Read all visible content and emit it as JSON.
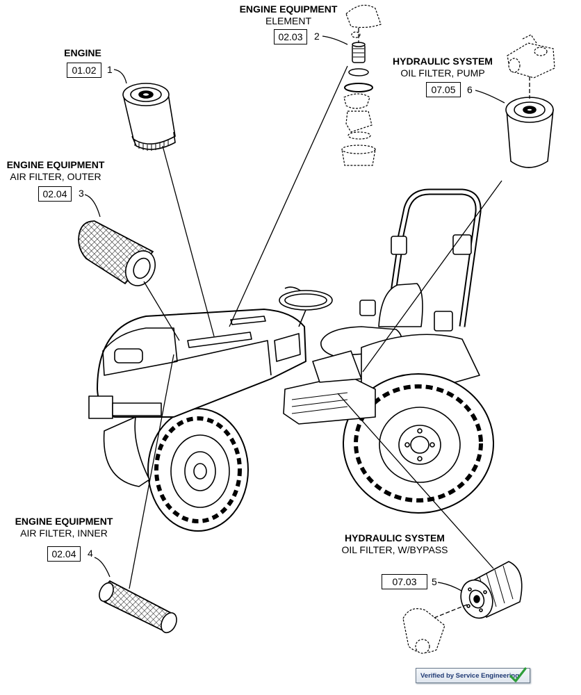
{
  "callouts": [
    {
      "id": "engine",
      "title": "ENGINE",
      "subtitle": "",
      "ref": "01.02",
      "num": "1"
    },
    {
      "id": "element",
      "title": "ENGINE EQUIPMENT",
      "subtitle": "ELEMENT",
      "ref": "02.03",
      "num": "2"
    },
    {
      "id": "air-outer",
      "title": "ENGINE EQUIPMENT",
      "subtitle": "AIR FILTER, OUTER",
      "ref": "02.04",
      "num": "3"
    },
    {
      "id": "air-inner",
      "title": "ENGINE EQUIPMENT",
      "subtitle": "AIR FILTER, INNER",
      "ref": "02.04",
      "num": "4"
    },
    {
      "id": "hyd-bypass",
      "title": "HYDRAULIC SYSTEM",
      "subtitle": "OIL FILTER, W/BYPASS",
      "ref": "07.03",
      "num": "5"
    },
    {
      "id": "hyd-pump",
      "title": "HYDRAULIC SYSTEM",
      "subtitle": "OIL FILTER, PUMP",
      "ref": "07.05",
      "num": "6"
    }
  ],
  "badge": {
    "text": "Verified by Service Engineering",
    "check_icon": "check-icon",
    "color": "#1f3a74",
    "check_color": "#2e9e3a"
  }
}
